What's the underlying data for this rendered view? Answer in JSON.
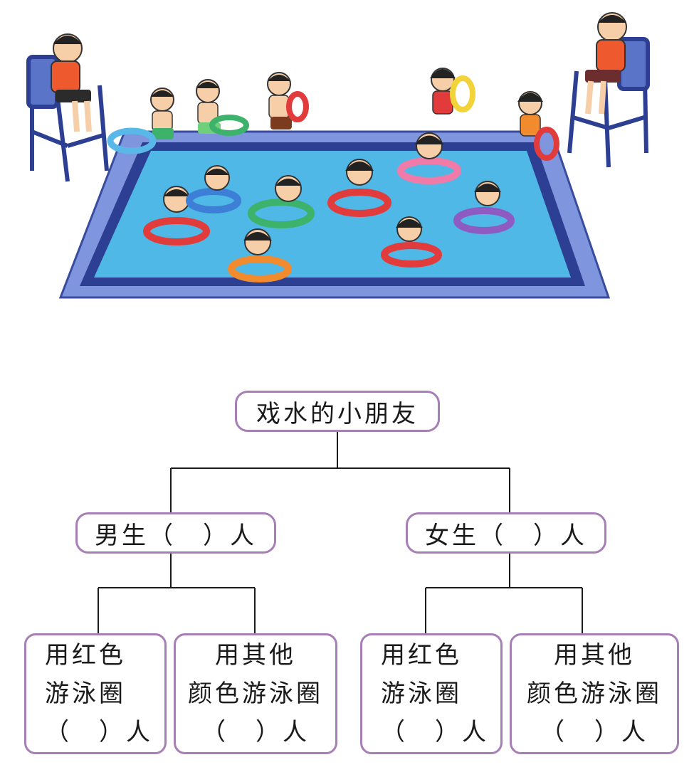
{
  "tree": {
    "root": {
      "label": "戏水的小朋友"
    },
    "boys": {
      "label": "男生（　）人",
      "children": [
        {
          "lines": [
            "用红色",
            "游泳圈",
            "（　）人"
          ]
        },
        {
          "lines": [
            "用其他",
            "颜色游泳圈",
            "（　）人"
          ]
        }
      ]
    },
    "girls": {
      "label": "女生（　）人",
      "children": [
        {
          "lines": [
            "用红色",
            "游泳圈",
            "（　）人"
          ]
        },
        {
          "lines": [
            "用其他",
            "颜色游泳圈",
            "（　）人"
          ]
        }
      ]
    }
  },
  "colors": {
    "box_border": "#a57fb5",
    "pool_water": "#4fb8e6",
    "pool_edge": "#6f86d6",
    "pool_inner": "#2d3f93",
    "ring_red": "#e23b3b",
    "ring_green": "#3db26a",
    "ring_pink": "#f07aa8",
    "ring_purple": "#8e5bc2",
    "ring_orange": "#f28a2e",
    "ring_yellow": "#f2d33a",
    "ring_blue": "#3d7fd6"
  }
}
